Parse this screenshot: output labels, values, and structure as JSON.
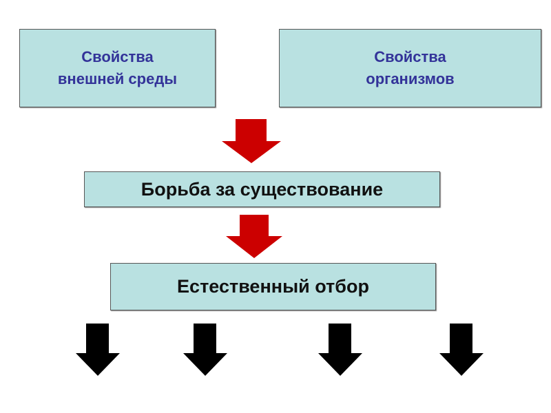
{
  "boxes": {
    "environment": {
      "line1": "Свойства",
      "line2": "внешней среды"
    },
    "organisms": {
      "line1": "Свойства",
      "line2": "организмов"
    },
    "struggle": "Борьба за существование",
    "selection": "Естественный отбор"
  },
  "colors": {
    "box_fill": "#b9e1e1",
    "top_text": "#333399",
    "red_arrow": "#cc0000",
    "black_arrow": "#000000"
  },
  "icons": {
    "red_arrows": [
      "arrow-down-icon",
      "arrow-down-icon"
    ],
    "black_arrows": [
      "arrow-down-icon",
      "arrow-down-icon",
      "arrow-down-icon",
      "arrow-down-icon"
    ]
  }
}
